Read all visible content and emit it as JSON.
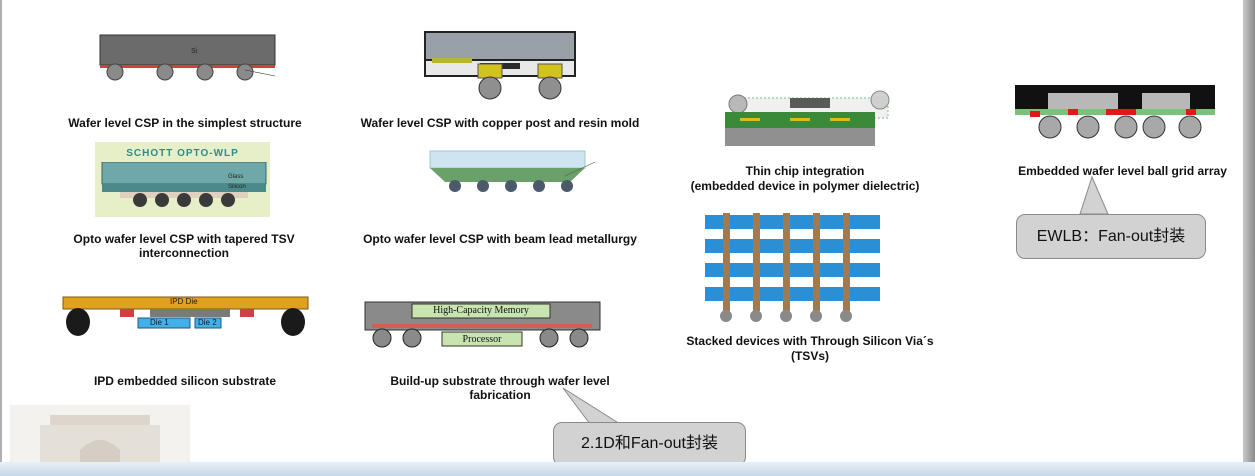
{
  "captions": {
    "wlcsp_simple": "Wafer level CSP in the simplest structure",
    "wlcsp_copper": "Wafer level CSP with copper post and resin mold",
    "thin_chip_1": "Thin chip integration",
    "thin_chip_2": "(embedded device in polymer dielectric)",
    "ewlb": "Embedded wafer level ball grid array",
    "opto_tsv_1": "Opto wafer level CSP with tapered TSV",
    "opto_tsv_2": "interconnection",
    "opto_beam": "Opto wafer level CSP with beam lead metallurgy",
    "stacked_1": "Stacked devices with Through Silicon Via´s",
    "stacked_2": "(TSVs)",
    "ipd": "IPD embedded silicon substrate",
    "buildup_1": "Build-up substrate through wafer level",
    "buildup_2": "fabrication"
  },
  "callouts": {
    "ewlb": "EWLB：Fan-out封装",
    "fanout_21d": "2.1D和Fan-out封装"
  },
  "diagram_labels": {
    "schott": "SCHOTT OPTO-WLP",
    "glass": "Glass",
    "silicon": "Silicon",
    "ipd_die": "IPD Die",
    "die1": "Die 1",
    "die2": "Die 2",
    "hc_memory": "High-Capacity Memory",
    "processor": "Processor",
    "si_mark": "Si"
  },
  "colors": {
    "mold_gray": "#6e6e6e",
    "ball_gray": "#8a8a8a",
    "copper_yellow": "#d4c21c",
    "ipd_orange": "#e0a020",
    "stack_blue": "#2a8fd4",
    "ewlb_red": "#e01818"
  }
}
